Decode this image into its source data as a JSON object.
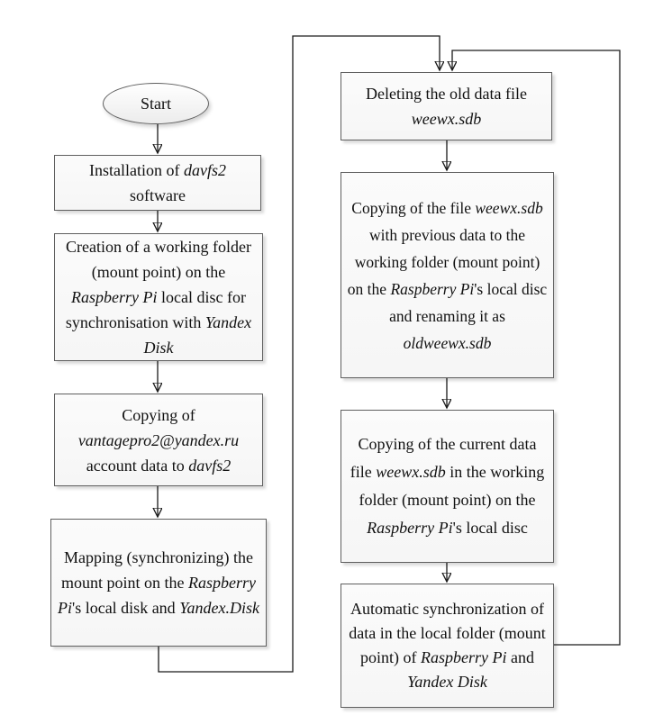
{
  "colors": {
    "line": "#1a1a1a",
    "box_border": "#5f5f5f",
    "box_fill": "#f6f6f6",
    "text": "#111111",
    "bg": "#ffffff"
  },
  "flowchart": {
    "start": {
      "label": "Start"
    },
    "nodes": {
      "install": {
        "segments": [
          {
            "text": "Installation of "
          },
          {
            "text": "davfs2",
            "italic": true
          },
          {
            "text": " software"
          }
        ]
      },
      "create_folder": {
        "segments": [
          {
            "text": "Creation of a working folder (mount point) on the "
          },
          {
            "text": "Raspberry Pi",
            "italic": true
          },
          {
            "text": " local disc for synchronisation with "
          },
          {
            "text": "Yandex Disk",
            "italic": true
          }
        ]
      },
      "copy_account": {
        "segments": [
          {
            "text": "Copying of "
          },
          {
            "text": "vantagepro2@yandex.ru",
            "italic": true
          },
          {
            "text": " account data to "
          },
          {
            "text": "davfs2",
            "italic": true
          }
        ]
      },
      "mapping": {
        "segments": [
          {
            "text": "Mapping (synchronizing) the mount point on the "
          },
          {
            "text": "Raspberry Pi",
            "italic": true
          },
          {
            "text": "'s local disk and "
          },
          {
            "text": "Yandex.Disk",
            "italic": true
          }
        ]
      },
      "delete_old": {
        "segments": [
          {
            "text": "Deleting the old data file "
          },
          {
            "text": "weewx.sdb",
            "italic": true
          }
        ]
      },
      "copy_previous": {
        "segments": [
          {
            "text": "Copying of the file "
          },
          {
            "text": "weewx.sdb",
            "italic": true
          },
          {
            "text": " with previous data to the working folder (mount point) on the "
          },
          {
            "text": "Raspberry Pi",
            "italic": true
          },
          {
            "text": "'s local disc and renaming it as "
          },
          {
            "text": "oldweewx.sdb",
            "italic": true
          }
        ]
      },
      "copy_current": {
        "segments": [
          {
            "text": "Copying of the current data file "
          },
          {
            "text": "weewx.sdb",
            "italic": true
          },
          {
            "text": " in the working folder (mount point) on the "
          },
          {
            "text": "Raspberry Pi",
            "italic": true
          },
          {
            "text": "'s local disc"
          }
        ]
      },
      "auto_sync": {
        "segments": [
          {
            "text": "Automatic synchronization of data in the local folder (mount point) of "
          },
          {
            "text": "Raspberry Pi",
            "italic": true
          },
          {
            "text": " and "
          },
          {
            "text": "Yandex Disk",
            "italic": true
          }
        ]
      }
    }
  }
}
